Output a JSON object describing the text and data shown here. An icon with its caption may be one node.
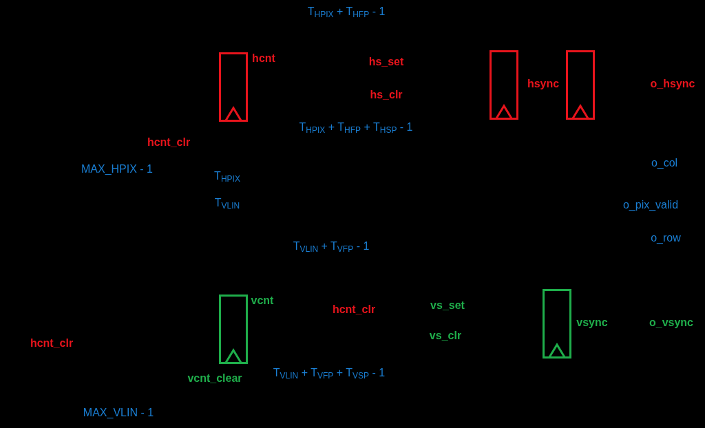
{
  "diagram": {
    "nodes": [
      {
        "text": [],
        "shape": "box",
        "beside": [
          "hcnt"
        ]
      },
      {
        "text": [],
        "shape": "box"
      },
      {
        "text": [],
        "shape": "box",
        "beside": [
          "hsync"
        ]
      },
      {
        "text": [],
        "shape": "box",
        "beside": [
          "vcnt"
        ]
      },
      {
        "text": [],
        "shape": "box",
        "beside": [
          "vsync"
        ]
      }
    ],
    "edges": [],
    "labels": [
      "T$_{HPIX}$ + T$_{HFP}$ - 1",
      "hs_set",
      "o_hsync",
      "hs_clr",
      "T$_{HPIX}$ + T$_{HFP}$ + T$_{HSP}$ - 1",
      "hcnt_clr",
      "o_col",
      "MAX_HPIX - 1",
      "T$_{HPIX}$",
      "o_pix_valid",
      "T$_{VLIN}$",
      "T$_{VLIN}$ + T$_{VFP}$ - 1",
      "o_row",
      "hcnt_clr",
      "vs_set",
      "o_vsync",
      "vs_clr",
      "hcnt_clr",
      "vcnt_clear",
      "T$_{VLIN}$ + T$_{VFP}$ + T$_{VSP}$ - 1",
      "MAX_VLIN - 1"
    ]
  }
}
